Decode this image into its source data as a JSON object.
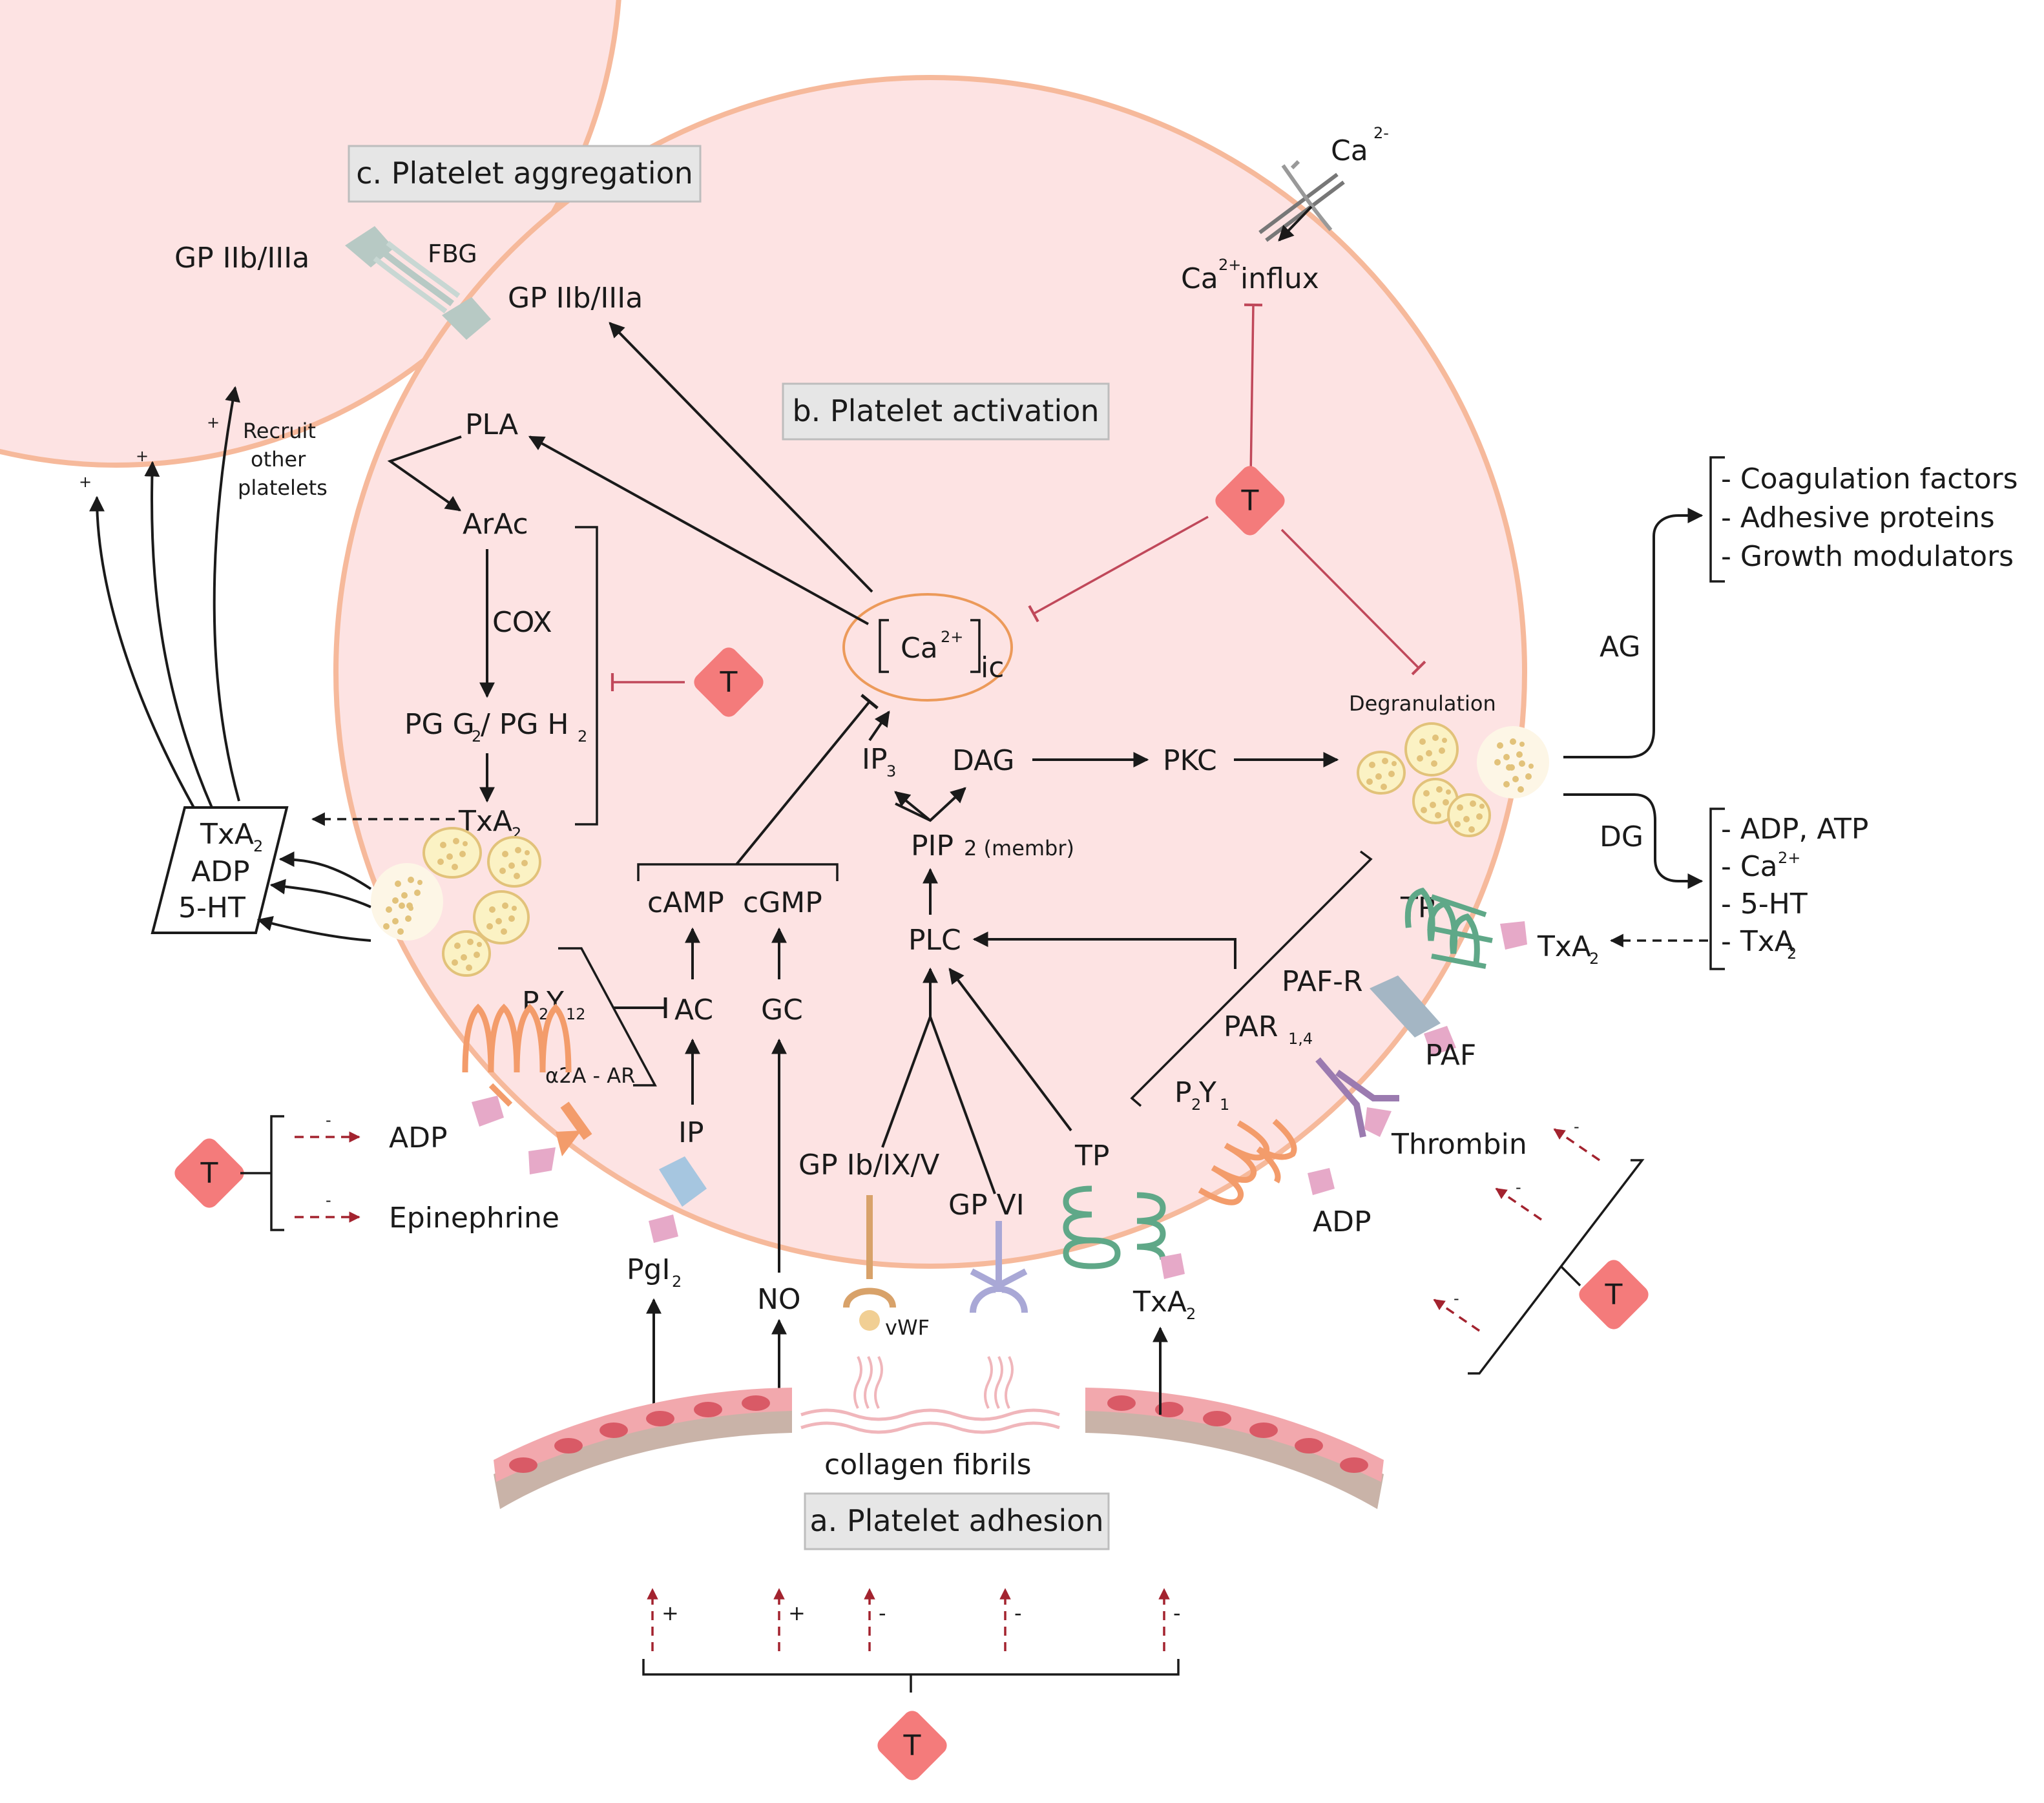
{
  "colors": {
    "cell_fill": "#fde3e3",
    "cell_border": "#f6b99b",
    "tcell_fill": "#f47b7b",
    "inhibit_line": "#c0485a",
    "dash_red": "#a3232f",
    "granule_fill": "#fbf2c4",
    "granule_dot": "#e2c27a",
    "endothelium": "#f2a8ad",
    "receptor_orange": "#f39c6b",
    "receptor_green": "#5fa888",
    "receptor_purple": "#9b7bb0",
    "receptor_blue": "#a6c6e0",
    "receptor_lavender": "#a9a8d6",
    "ligand_pink": "#e6a9c8",
    "ca_ring": "#ec9a5a"
  },
  "sections": {
    "aggregation": "c. Platelet aggregation",
    "activation": "b. Platelet activation",
    "adhesion": "a. Platelet adhesion"
  },
  "labels": {
    "gp_iib_left": "GP IIb/IIIa",
    "fbg": "FBG",
    "gp_iib_right": "GP IIb/IIIa",
    "ca_ext": "Ca",
    "ca_ext_sup": "2-",
    "ca_influx_a": "Ca",
    "ca_influx_sup": "2+",
    "ca_influx_b": "influx",
    "pla": "PLA",
    "arac": "ArAc",
    "cox": "COX",
    "pgg2": "PG G",
    "pgg2_sub": "2",
    "pgg2_sep": " / PG H",
    "pgh2_sub": "2",
    "txa2_in": "TxA",
    "txa2_in_sub": "2",
    "recruit_1": "Recruit",
    "recruit_2": "other",
    "recruit_3": "platelets",
    "plus": "+",
    "box_txa2": "TxA",
    "box_txa2_sub": "2",
    "box_adp": "ADP",
    "box_5ht": "5-HT",
    "ca_ic": "Ca",
    "ca_ic_sup": "2+",
    "ca_ic_sub": "ic",
    "ip3": "IP",
    "ip3_sub": "3",
    "dag": "DAG",
    "pkc": "PKC",
    "pip2": "PIP",
    "pip2_sub": "2 (membr)",
    "plc": "PLC",
    "camp": "cAMP",
    "cgmp": "cGMP",
    "ac": "AC",
    "gc": "GC",
    "ip": "IP",
    "p2y12": "P",
    "p2y12_sub1": "2",
    "p2y12_y": "Y",
    "p2y12_sub2": "12",
    "a2a": "α2A - AR",
    "adp_left": "ADP",
    "epinephrine": "Epinephrine",
    "pgi2": "PgI",
    "pgi2_sub": "2",
    "no": "NO",
    "gp_ib": "GP Ib/IX/V",
    "gp_vi": "GP VI",
    "vwf": "vWF",
    "tp_bottom": "TP",
    "txa2_bottom": "TxA",
    "txa2_bottom_sub": "2",
    "collagen": "collagen fibrils",
    "degranulation": "Degranulation",
    "ag": "AG",
    "dg": "DG",
    "coag": "- Coagulation factors",
    "adhesive": "- Adhesive proteins",
    "growth": "- Growth modulators",
    "dg_adp": "- ADP, ATP",
    "dg_ca": "- Ca",
    "dg_ca_sup": "2+",
    "dg_5ht": "- 5-HT",
    "dg_txa2": "- TxA",
    "dg_txa2_sub": "2",
    "tp_right": "TP",
    "txa2_right": "TxA",
    "txa2_right_sub": "2",
    "pafr": "PAF-R",
    "par": "PAR",
    "par_sub": "1,4",
    "paf": "PAF",
    "p2y1": "P",
    "p2y1_sub1": "2",
    "p2y1_y": "Y",
    "p2y1_sub2": "1",
    "thrombin": "Thrombin",
    "adp_right": "ADP",
    "t": "T",
    "minus": "-"
  }
}
